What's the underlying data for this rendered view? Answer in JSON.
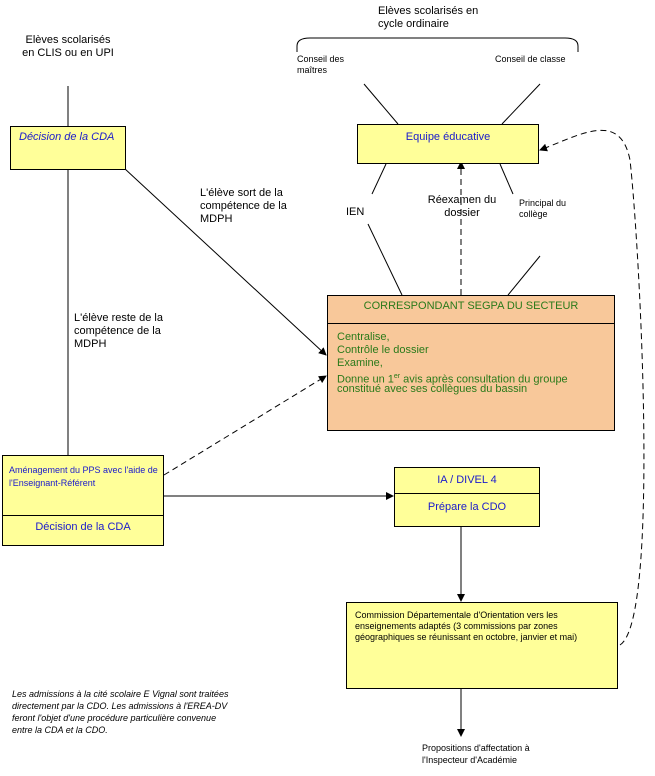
{
  "top": {
    "ordinary_students": "Elèves scolarisés en cycle ordinaire",
    "clis_students": "Elèves scolarisés en CLIS ou en UPI",
    "conseil_maitres": "Conseil des maîtres",
    "conseil_classe": "Conseil de classe"
  },
  "boxes": {
    "decision_cda_top": "Décision de la CDA",
    "equipe_educative": "Equipe éducative",
    "segpa_title": "CORRESPONDANT SEGPA DU SECTEUR",
    "segpa_lines": [
      "Centralise,",
      "Contrôle le dossier",
      "Examine,"
    ],
    "segpa_avis_pre": "Donne un 1",
    "segpa_avis_sup": "er",
    "segpa_avis_post": " avis après consultation du groupe",
    "segpa_last": "constitué avec ses collègues du bassin",
    "pps_title": "Aménagement du PPS avec l'aide de l'Enseignant-Référent",
    "pps_decision": "Décision de la CDA",
    "ia_title": "IA / DIVEL 4",
    "ia_sub": "Prépare la CDO",
    "cdo_text": "Commission Départementale d'Orientation vers les enseignements adaptés (3 commissions par zones géographiques se réunissant en octobre, janvier et mai)"
  },
  "labels": {
    "sort_mdph": "L'élève sort de la compétence de la MDPH",
    "reste_mdph": "L'élève reste de la compétence de la MDPH",
    "ien": "IEN",
    "reexamen": "Réexamen du dossier",
    "principal": "Principal du collège",
    "propositions": "Propositions d'affectation à l'Inspecteur d'Académie"
  },
  "note": {
    "text": "Les admissions à la cité scolaire E Vignal sont traitées directement par la CDO. Les admissions à l'EREA-DV feront l'objet d'une procédure particulière convenue entre la CDA et la CDO."
  },
  "colors": {
    "box_yellow": "#ffff99",
    "box_orange": "#f8c89a",
    "title_blue": "#1a1acc",
    "text_green": "#2a7a1a"
  }
}
